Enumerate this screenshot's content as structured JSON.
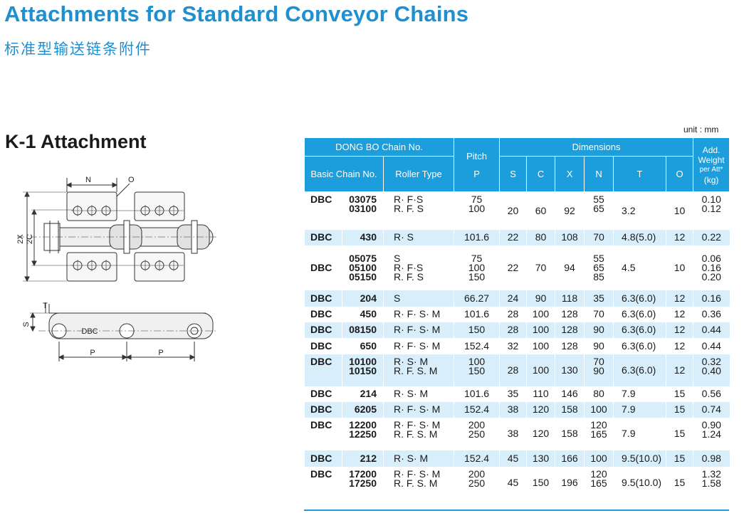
{
  "header": {
    "title": "Attachments for Standard Conveyor Chains",
    "subtitle": "标准型输送链条附件",
    "section": "K-1 Attachment",
    "unit": "unit : mm"
  },
  "diagram": {
    "top_view": {
      "dim_n": "N",
      "dim_o": "O",
      "dim_2x": "2X",
      "dim_2c": "2C"
    },
    "side_view": {
      "dim_t": "T",
      "dim_s": "S",
      "chain_label": "DBC",
      "pitch_1": "P",
      "pitch_2": "P"
    }
  },
  "table": {
    "group_chain_no": "DONG BO Chain No.",
    "group_dimensions": "Dimensions",
    "col_basic": "Basic Chain No.",
    "col_roller": "Roller Type",
    "col_pitch": "Pitch",
    "col_pitch_sym": "P",
    "col_s": "S",
    "col_c": "C",
    "col_x": "X",
    "col_n": "N",
    "col_t": "T",
    "col_o": "O",
    "col_weight": "Add. Weight",
    "col_weight_sub": "per Att*",
    "col_weight_unit": "(kg)",
    "rows": [
      {
        "prefix": "DBC",
        "no": [
          "03075",
          "03100"
        ],
        "roller": [
          "R· F·S",
          "R. F. S"
        ],
        "pitch": [
          "75",
          "100"
        ],
        "s": "20",
        "c": "60",
        "x": "92",
        "n": [
          "55",
          "65"
        ],
        "t": "3.2",
        "o": "10",
        "w": [
          "0.10",
          "0.12"
        ]
      },
      {
        "prefix": "DBC",
        "no": [
          "430"
        ],
        "roller": [
          "R· S"
        ],
        "pitch": [
          "101.6"
        ],
        "s": "22",
        "c": "80",
        "x": "108",
        "n": [
          "70"
        ],
        "t": "4.8(5.0)",
        "o": "12",
        "w": [
          "0.22"
        ]
      },
      {
        "prefix": "DBC",
        "no": [
          "05075",
          "05100",
          "05150"
        ],
        "roller": [
          "S",
          "R· F·S",
          "R. F. S"
        ],
        "pitch": [
          "75",
          "100",
          "150"
        ],
        "s": "22",
        "c": "70",
        "x": "94",
        "n": [
          "55",
          "65",
          "85"
        ],
        "t": "4.5",
        "o": "10",
        "w": [
          "0.06",
          "0.16",
          "0.20"
        ]
      },
      {
        "prefix": "DBC",
        "no": [
          "204"
        ],
        "roller": [
          "S"
        ],
        "pitch": [
          "66.27"
        ],
        "s": "24",
        "c": "90",
        "x": "118",
        "n": [
          "35"
        ],
        "t": "6.3(6.0)",
        "o": "12",
        "w": [
          "0.16"
        ]
      },
      {
        "prefix": "DBC",
        "no": [
          "450"
        ],
        "roller": [
          "R· F· S· M"
        ],
        "pitch": [
          "101.6"
        ],
        "s": "28",
        "c": "100",
        "x": "128",
        "n": [
          "70"
        ],
        "t": "6.3(6.0)",
        "o": "12",
        "w": [
          "0.36"
        ]
      },
      {
        "prefix": "DBC",
        "no": [
          "08150"
        ],
        "roller": [
          "R· F· S· M"
        ],
        "pitch": [
          "150"
        ],
        "s": "28",
        "c": "100",
        "x": "128",
        "n": [
          "90"
        ],
        "t": "6.3(6.0)",
        "o": "12",
        "w": [
          "0.44"
        ]
      },
      {
        "prefix": "DBC",
        "no": [
          "650"
        ],
        "roller": [
          "R· F· S· M"
        ],
        "pitch": [
          "152.4"
        ],
        "s": "32",
        "c": "100",
        "x": "128",
        "n": [
          "90"
        ],
        "t": "6.3(6.0)",
        "o": "12",
        "w": [
          "0.44"
        ]
      },
      {
        "prefix": "DBC",
        "no": [
          "10100",
          "10150"
        ],
        "roller": [
          "R· S· M",
          "R. F. S. M"
        ],
        "pitch": [
          "100",
          "150"
        ],
        "s": "28",
        "c": "100",
        "x": "130",
        "n": [
          "70",
          "90"
        ],
        "t": "6.3(6.0)",
        "o": "12",
        "w": [
          "0.32",
          "0.40"
        ]
      },
      {
        "prefix": "DBC",
        "no": [
          "214"
        ],
        "roller": [
          "R· S· M"
        ],
        "pitch": [
          "101.6"
        ],
        "s": "35",
        "c": "110",
        "x": "146",
        "n": [
          "80"
        ],
        "t": "7.9",
        "o": "15",
        "w": [
          "0.56"
        ]
      },
      {
        "prefix": "DBC",
        "no": [
          "6205"
        ],
        "roller": [
          "R· F· S· M"
        ],
        "pitch": [
          "152.4"
        ],
        "s": "38",
        "c": "120",
        "x": "158",
        "n": [
          "100"
        ],
        "t": "7.9",
        "o": "15",
        "w": [
          "0.74"
        ]
      },
      {
        "prefix": "DBC",
        "no": [
          "12200",
          "12250"
        ],
        "roller": [
          "R· F· S· M",
          "R. F. S. M"
        ],
        "pitch": [
          "200",
          "250"
        ],
        "s": "38",
        "c": "120",
        "x": "158",
        "n": [
          "120",
          "165"
        ],
        "t": "7.9",
        "o": "15",
        "w": [
          "0.90",
          "1.24"
        ]
      },
      {
        "prefix": "DBC",
        "no": [
          "212"
        ],
        "roller": [
          "R· S· M"
        ],
        "pitch": [
          "152.4"
        ],
        "s": "45",
        "c": "130",
        "x": "166",
        "n": [
          "100"
        ],
        "t": "9.5(10.0)",
        "o": "15",
        "w": [
          "0.98"
        ]
      },
      {
        "prefix": "DBC",
        "no": [
          "17200",
          "17250"
        ],
        "roller": [
          "R· F· S· M",
          "R. F. S. M"
        ],
        "pitch": [
          "200",
          "250"
        ],
        "s": "45",
        "c": "150",
        "x": "196",
        "n": [
          "120",
          "165"
        ],
        "t": "9.5(10.0)",
        "o": "15",
        "w": [
          "1.32",
          "1.58"
        ]
      }
    ]
  }
}
